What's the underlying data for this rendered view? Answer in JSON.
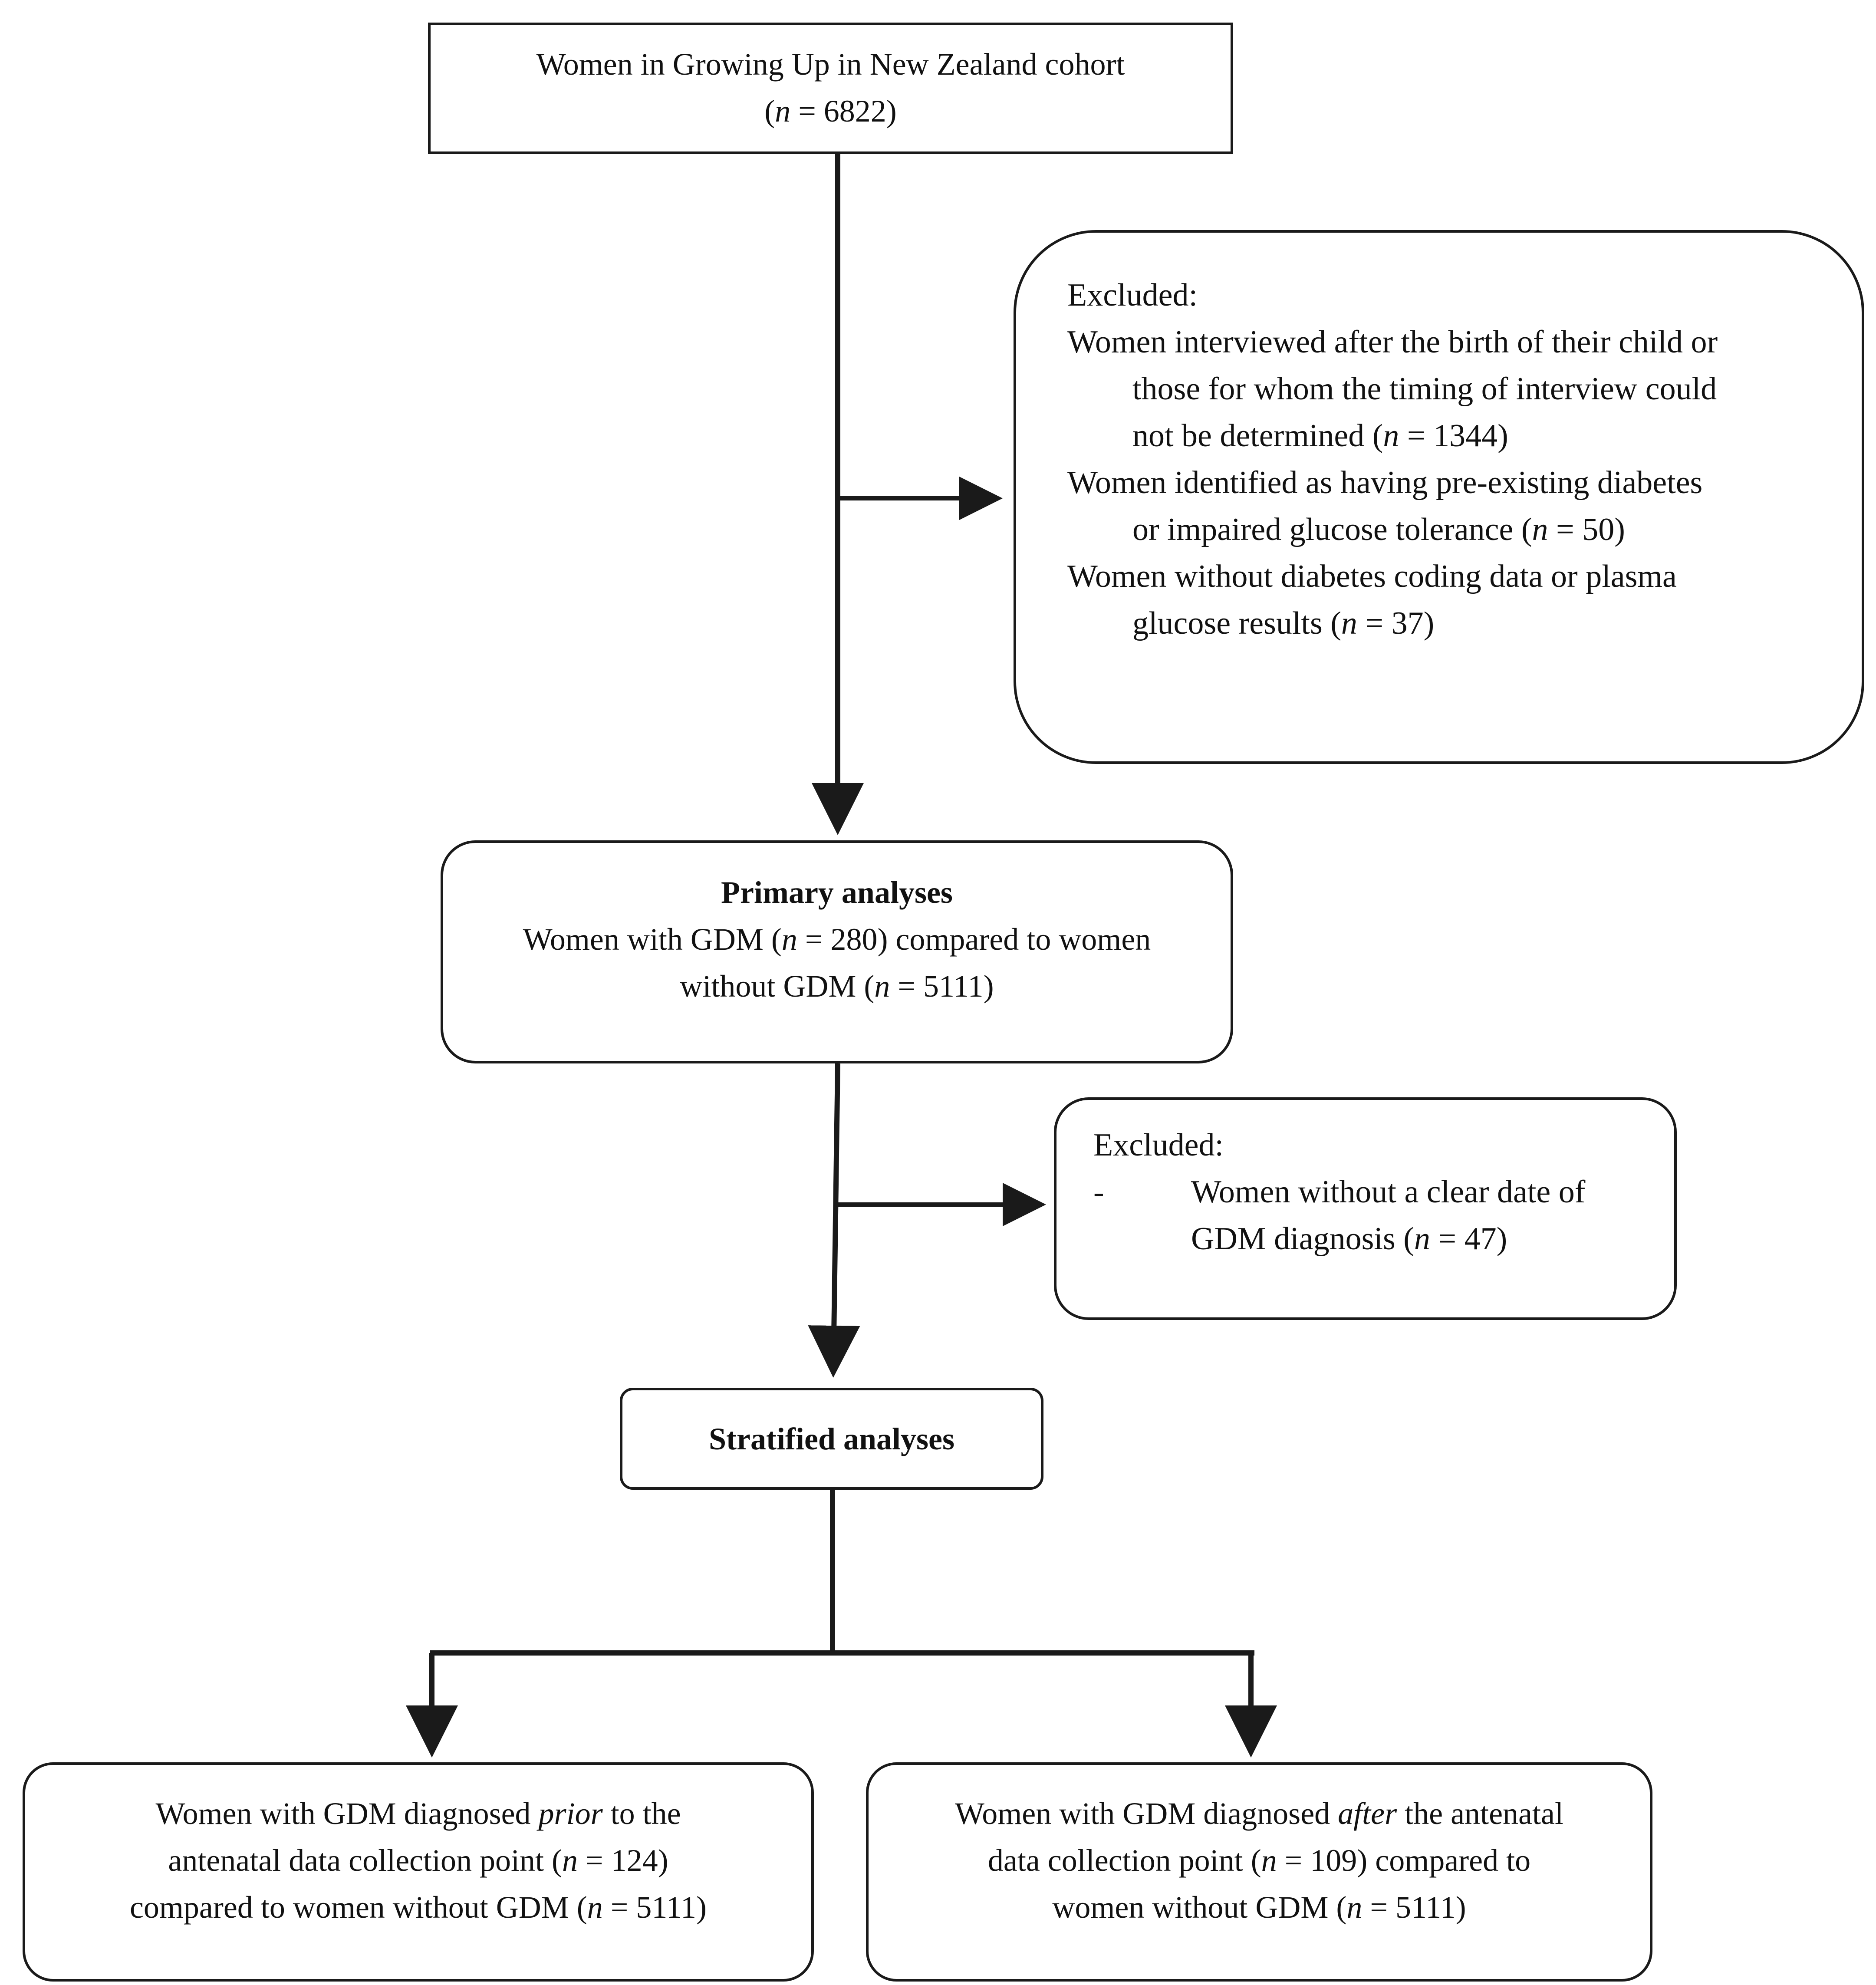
{
  "boxes": {
    "cohort": {
      "line1": "Women in Growing Up in New Zealand cohort",
      "n_var": "n",
      "n_text": " = 6822)",
      "open_paren": "("
    },
    "excluded1": {
      "heading": "Excluded:",
      "items": [
        {
          "line1": "Women interviewed after the birth of their child or",
          "line2": "those for whom the timing of interview could",
          "line3_pre": "not be determined (",
          "n_var": "n",
          "line3_post": " = 1344)"
        },
        {
          "line1": "Women identified as having pre-existing diabetes",
          "line2_pre": "or impaired glucose tolerance (",
          "n_var": "n",
          "line2_post": " = 50)"
        },
        {
          "line1": "Women without diabetes coding data or plasma",
          "line2_pre": "glucose results (",
          "n_var": "n",
          "line2_post": " = 37)"
        }
      ]
    },
    "primary": {
      "title": "Primary analyses",
      "line1_pre": "Women with GDM (",
      "n1_var": "n",
      "line1_post": " = 280) compared to women",
      "line2_pre": "without GDM (",
      "n2_var": "n",
      "line2_post": " = 5111)"
    },
    "excluded2": {
      "heading": "Excluded:",
      "bullet": "-",
      "line1": "Women without a clear date of",
      "line2_pre": "GDM diagnosis (",
      "n_var": "n",
      "line2_post": " = 47)"
    },
    "stratified": {
      "title": "Stratified analyses"
    },
    "prior": {
      "line1_pre": "Women with GDM diagnosed ",
      "line1_em": "prior",
      "line1_post": " to the",
      "line2_pre": "antenatal data collection point (",
      "n1_var": "n",
      "line2_post": " = 124)",
      "line3_pre": "compared to women without GDM (",
      "n2_var": "n",
      "line3_post": " = 5111)"
    },
    "after": {
      "line1_pre": "Women with GDM diagnosed ",
      "line1_em": "after",
      "line1_post": " the antenatal",
      "line2_pre": "data collection point (",
      "n1_var": "n",
      "line2_post": " = 109) compared to",
      "line3_pre": "women without GDM (",
      "n2_var": "n",
      "line3_post": " = 5111)"
    }
  },
  "colors": {
    "stroke": "#1a1a1a",
    "text": "#111111",
    "background": "#ffffff"
  }
}
